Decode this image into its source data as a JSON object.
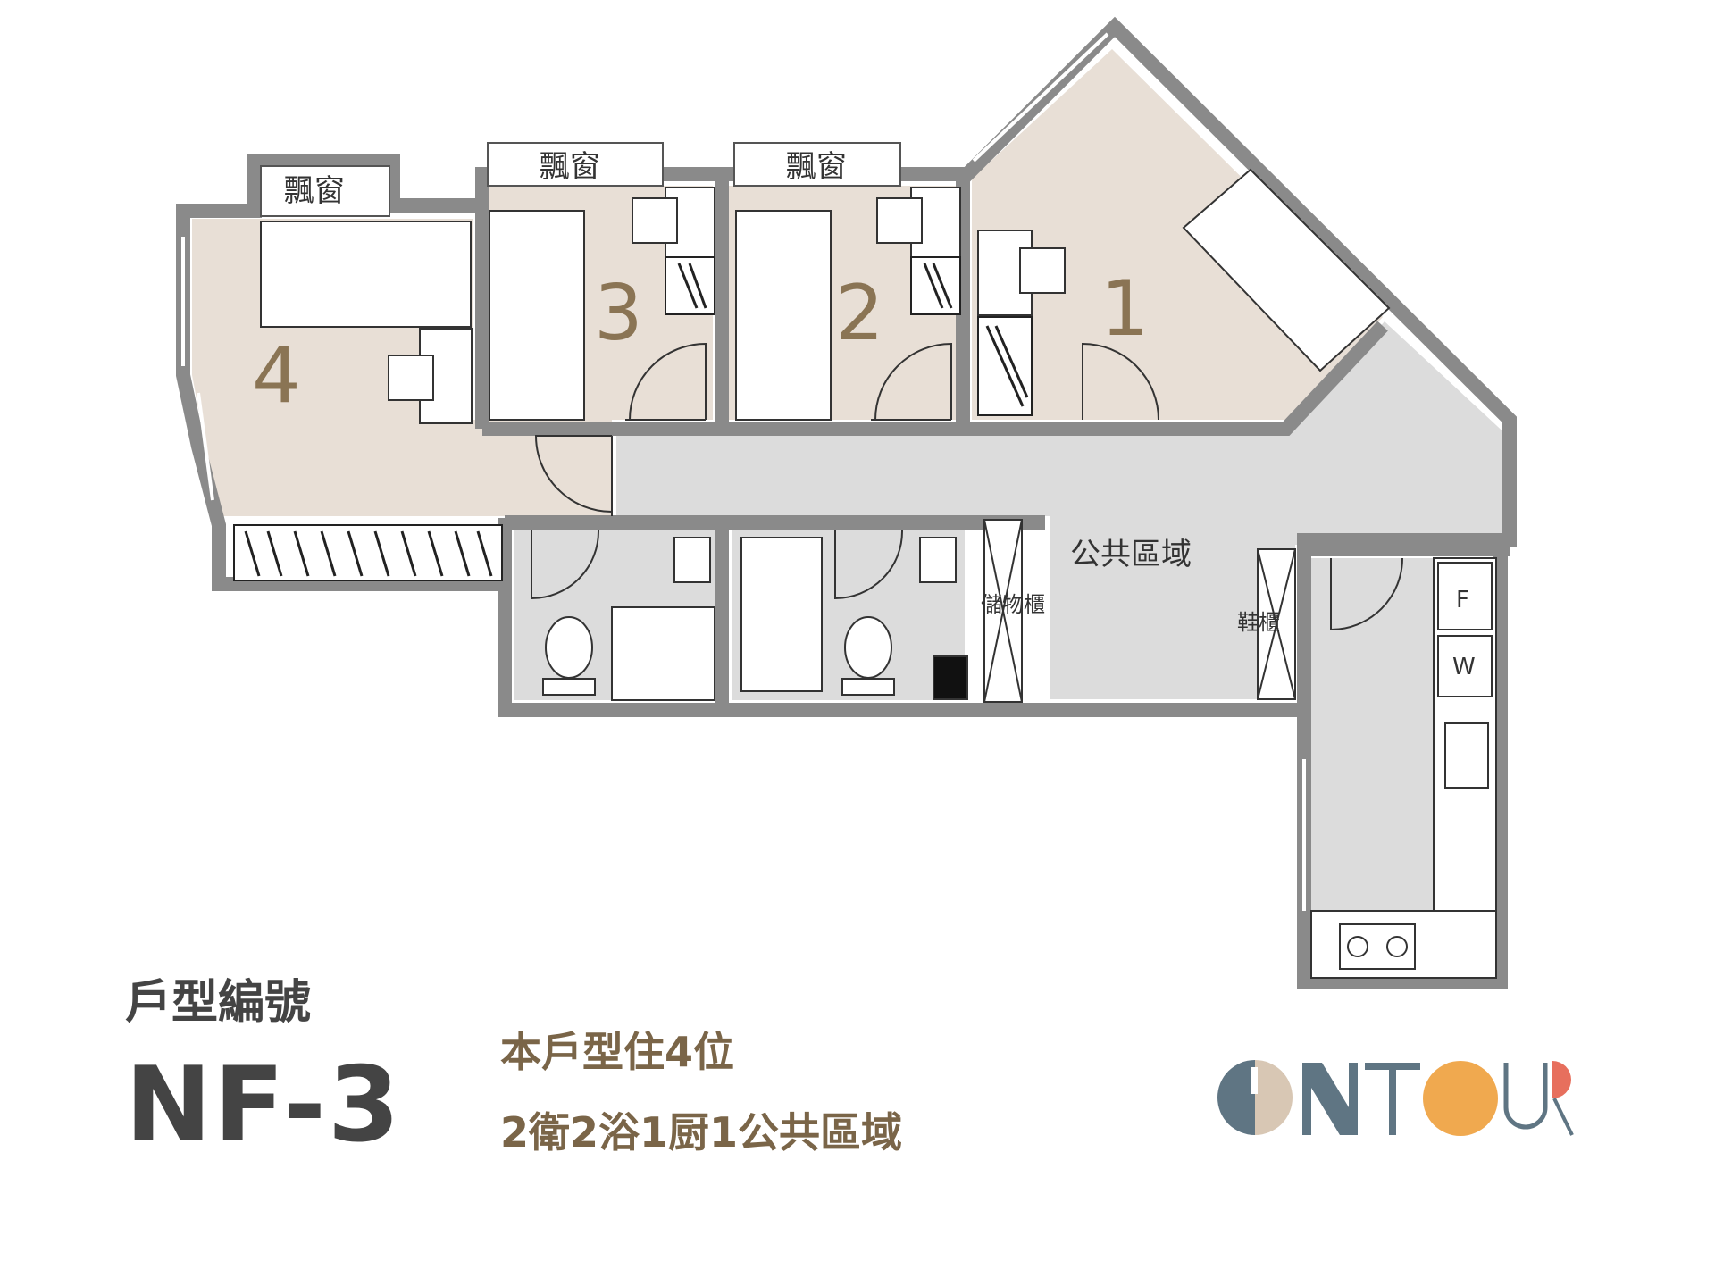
{
  "floorplan": {
    "bay_window_label": "飄窗",
    "rooms": [
      "1",
      "2",
      "3",
      "4"
    ],
    "public_area": "公共區域",
    "storage_cabinet": "儲物櫃",
    "shoe_cabinet": "鞋櫃",
    "fridge": "F",
    "washer": "W"
  },
  "info": {
    "type_label": "戶型編號",
    "code": "NF-3",
    "occupancy": "本戶型住4位",
    "room_summary": "2衛2浴1厨1公共區域"
  },
  "logo": {
    "text": "ONTOUR"
  },
  "colors": {
    "wall": "#8a8a8a",
    "bedroom": "#e8dfd6",
    "public": "#dcdcdc",
    "room_number": "#8a7454",
    "logo_beige": "#d8c7b4",
    "logo_slate": "#5f7583",
    "logo_orange": "#f0a94f",
    "logo_coral": "#e76f5d"
  }
}
